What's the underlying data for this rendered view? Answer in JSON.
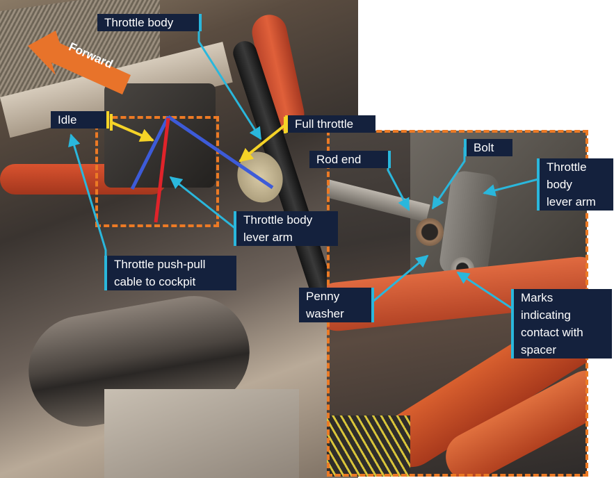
{
  "colors": {
    "label_bg": "#14213d",
    "leader_line": "#2ab7dc",
    "idle_marker": "#f5d327",
    "forward_arrow": "#e8732a",
    "dashed_box": "#ec7a25",
    "lever_idle": "#3d5bd8",
    "lever_full": "#e0232a"
  },
  "arrow": {
    "text": "Forward"
  },
  "labels": {
    "throttle_body": "Throttle body",
    "idle": "Idle",
    "full_throttle": "Full throttle",
    "throttle_body_lever_arm": "Throttle body\nlever arm",
    "throttle_cable": "Throttle push-pull\ncable to cockpit",
    "rod_end": "Rod end",
    "bolt": "Bolt",
    "inset_lever_arm": "Throttle\nbody\nlever arm",
    "penny_washer": "Penny\nwasher",
    "marks": "Marks\nindicating\ncontact with\nspacer"
  }
}
